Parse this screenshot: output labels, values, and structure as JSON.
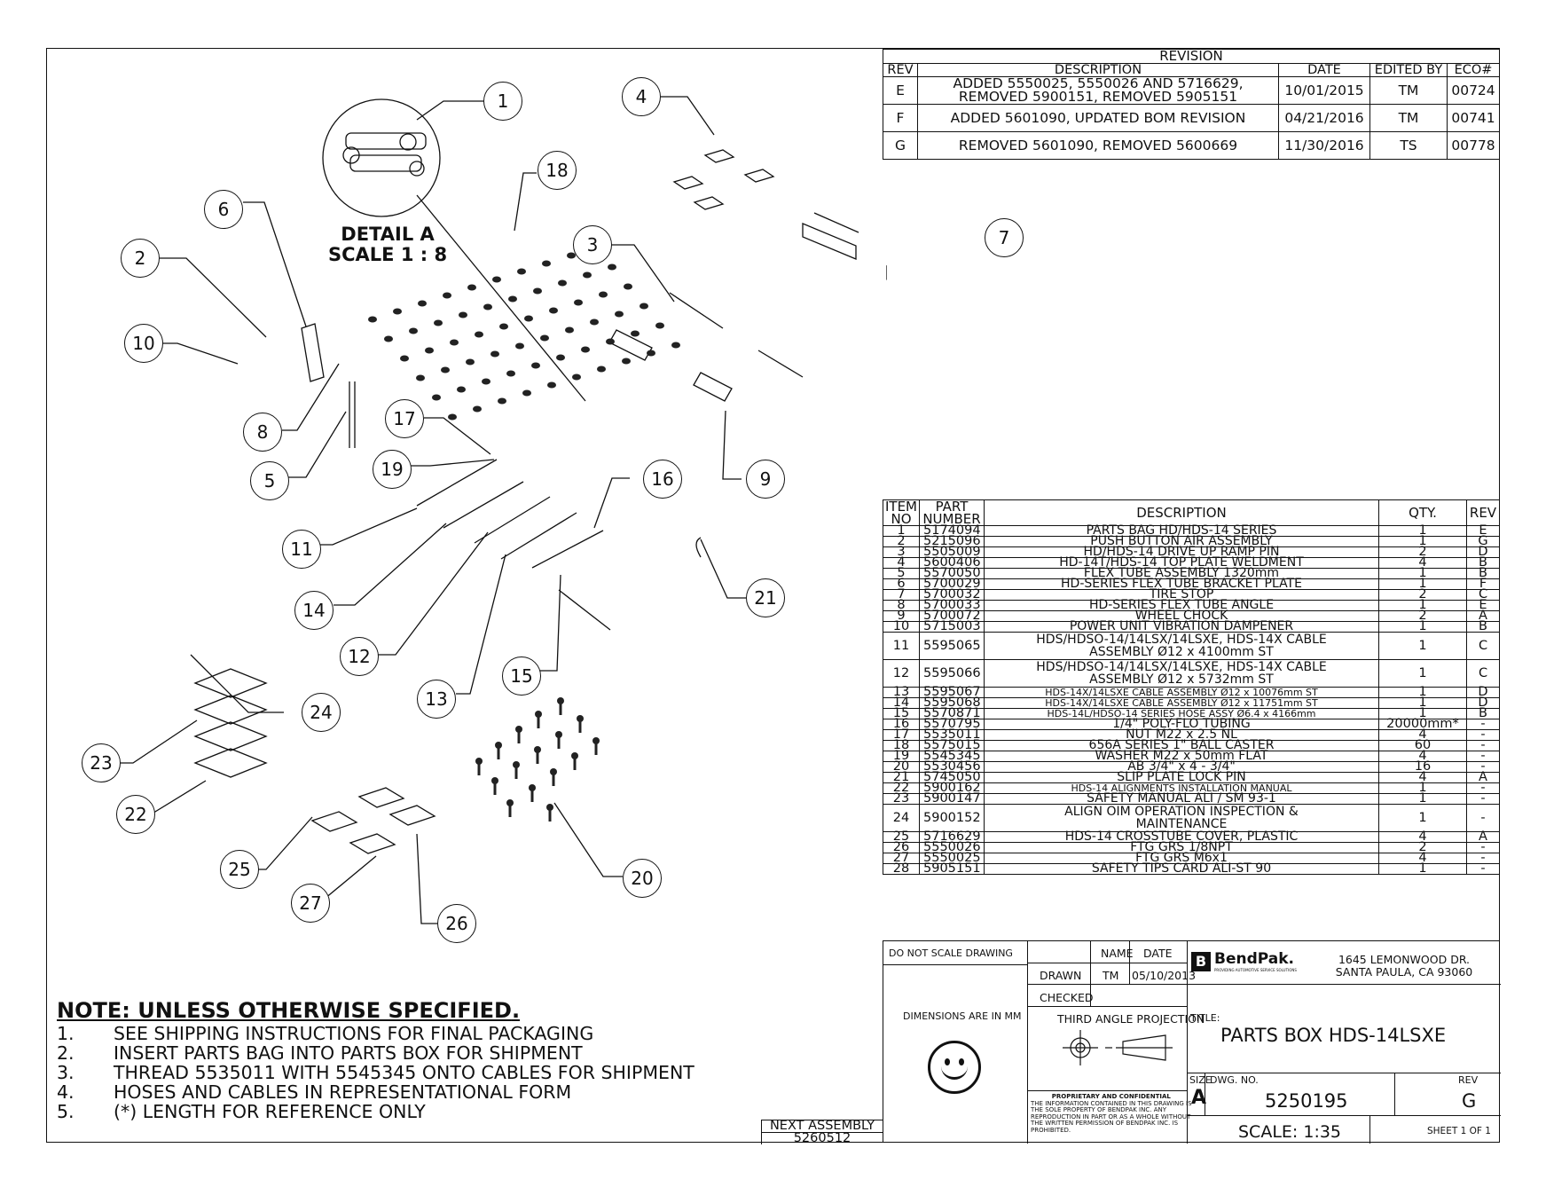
{
  "revision": {
    "title": "REVISION",
    "headers": [
      "REV",
      "DESCRIPTION",
      "DATE",
      "EDITED BY",
      "ECO#"
    ],
    "rows": [
      {
        "rev": "E",
        "desc1": "ADDED 5550025, 5550026 AND 5716629,",
        "desc2": "REMOVED 5900151, REMOVED 5905151",
        "date": "10/01/2015",
        "by": "TM",
        "eco": "00724"
      },
      {
        "rev": "F",
        "desc1": "ADDED 5601090, UPDATED BOM REVISION",
        "desc2": "",
        "date": "04/21/2016",
        "by": "TM",
        "eco": "00741"
      },
      {
        "rev": "G",
        "desc1": "REMOVED 5601090, REMOVED 5600669",
        "desc2": "",
        "date": "11/30/2016",
        "by": "TS",
        "eco": "00778"
      }
    ]
  },
  "detail": {
    "line1": "DETAIL A",
    "line2": "SCALE 1 : 8"
  },
  "bom": {
    "headers": {
      "item1": "ITEM",
      "item2": "NO",
      "part1": "PART",
      "part2": "NUMBER",
      "desc": "DESCRIPTION",
      "qty": "QTY.",
      "rev": "REV"
    },
    "rows": [
      {
        "no": "1",
        "pn": "5174094",
        "d": "PARTS BAG HD/HDS-14 SERIES",
        "q": "1",
        "r": "E"
      },
      {
        "no": "2",
        "pn": "5215096",
        "d": "PUSH BUTTON AIR ASSEMBLY",
        "q": "1",
        "r": "G"
      },
      {
        "no": "3",
        "pn": "5505009",
        "d": "HD/HDS-14 DRIVE UP RAMP PIN",
        "q": "2",
        "r": "D"
      },
      {
        "no": "4",
        "pn": "5600406",
        "d": "HD-14T/HDS-14 TOP PLATE WELDMENT",
        "q": "4",
        "r": "B"
      },
      {
        "no": "5",
        "pn": "5570050",
        "d": "FLEX TUBE ASSEMBLY 1320mm",
        "q": "1",
        "r": "B"
      },
      {
        "no": "6",
        "pn": "5700029",
        "d": "HD-SERIES FLEX TUBE BRACKET PLATE",
        "q": "1",
        "r": "F"
      },
      {
        "no": "7",
        "pn": "5700032",
        "d": "TIRE STOP",
        "q": "2",
        "r": "C"
      },
      {
        "no": "8",
        "pn": "5700033",
        "d": "HD-SERIES FLEX TUBE ANGLE",
        "q": "1",
        "r": "E"
      },
      {
        "no": "9",
        "pn": "5700072",
        "d": "WHEEL CHOCK",
        "q": "2",
        "r": "A"
      },
      {
        "no": "10",
        "pn": "5715003",
        "d": "POWER UNIT VIBRATION DAMPENER",
        "q": "1",
        "r": "B"
      },
      {
        "no": "11",
        "pn": "5595065",
        "d": "HDS/HDSO-14/14LSX/14LSXE, HDS-14X CABLE",
        "d2": "ASSEMBLY Ø12 x 4100mm ST",
        "q": "1",
        "r": "C"
      },
      {
        "no": "12",
        "pn": "5595066",
        "d": "HDS/HDSO-14/14LSX/14LSXE, HDS-14X CABLE",
        "d2": "ASSEMBLY Ø12 x 5732mm ST",
        "q": "1",
        "r": "C"
      },
      {
        "no": "13",
        "pn": "5595067",
        "d": "HDS-14X/14LSXE CABLE ASSEMBLY Ø12 x 10076mm ST",
        "q": "1",
        "r": "D"
      },
      {
        "no": "14",
        "pn": "5595068",
        "d": "HDS-14X/14LSXE CABLE ASSEMBLY Ø12 x 11751mm ST",
        "q": "1",
        "r": "D"
      },
      {
        "no": "15",
        "pn": "5570871",
        "d": "HDS-14L/HDSO-14 SERIES HOSE ASSY Ø6.4 x 4166mm",
        "q": "1",
        "r": "B"
      },
      {
        "no": "16",
        "pn": "5570795",
        "d": "1/4\" POLY-FLO TUBING",
        "q": "20000mm*",
        "r": "-"
      },
      {
        "no": "17",
        "pn": "5535011",
        "d": "NUT M22 x 2.5 NL",
        "q": "4",
        "r": "-"
      },
      {
        "no": "18",
        "pn": "5575015",
        "d": "656A SERIES 1\" BALL CASTER",
        "q": "60",
        "r": "-"
      },
      {
        "no": "19",
        "pn": "5545345",
        "d": "WASHER M22 x 50mm FLAT",
        "q": "4",
        "r": "-"
      },
      {
        "no": "20",
        "pn": "5530456",
        "d": "AB 3/4\" x 4 - 3/4\"",
        "q": "16",
        "r": "-"
      },
      {
        "no": "21",
        "pn": "5745050",
        "d": "SLIP PLATE LOCK PIN",
        "q": "4",
        "r": "A"
      },
      {
        "no": "22",
        "pn": "5900162",
        "d": "HDS-14 ALIGNMENTS INSTALLATION MANUAL",
        "q": "1",
        "r": "-"
      },
      {
        "no": "23",
        "pn": "5900147",
        "d": "SAFETY MANUAL ALI / SM 93-1",
        "q": "1",
        "r": "-"
      },
      {
        "no": "24",
        "pn": "5900152",
        "d": "ALIGN OIM OPERATION INSPECTION &",
        "d2": "MAINTENANCE",
        "q": "1",
        "r": "-"
      },
      {
        "no": "25",
        "pn": "5716629",
        "d": "HDS-14 CROSSTUBE COVER, PLASTIC",
        "q": "4",
        "r": "A"
      },
      {
        "no": "26",
        "pn": "5550026",
        "d": "FTG GRS 1/8NPT",
        "q": "2",
        "r": "-"
      },
      {
        "no": "27",
        "pn": "5550025",
        "d": "FTG GRS M6x1",
        "q": "4",
        "r": "-"
      },
      {
        "no": "28",
        "pn": "5905151",
        "d": "SAFETY TIPS CARD ALI-ST 90",
        "q": "1",
        "r": "-"
      }
    ]
  },
  "title_block": {
    "do_not_scale": "DO NOT SCALE DRAWING",
    "name_hdr": "NAME",
    "date_hdr": "DATE",
    "drawn": "DRAWN",
    "drawn_name": "TM",
    "drawn_date": "05/10/2013",
    "checked": "CHECKED",
    "dimensions": "DIMENSIONS ARE IN MM",
    "projection": "THIRD ANGLE PROJECTION",
    "prop_title": "PROPRIETARY AND CONFIDENTIAL",
    "prop_1": "THE INFORMATION CONTAINED IN THIS DRAWING IS",
    "prop_2": "THE SOLE PROPERTY OF BENDPAK INC. ANY",
    "prop_3": "REPRODUCTION IN PART OR AS A WHOLE WITHOUT",
    "prop_4": "THE WRITTEN PERMISSION OF BENDPAK INC. IS",
    "prop_5": "PROHIBITED.",
    "company": "BendPak.",
    "tagline": "PROVIDING AUTOMOTIVE SERVICE SOLUTIONS",
    "address1": "1645 LEMONWOOD DR.",
    "address2": "SANTA PAULA, CA 93060",
    "title_lbl": "TITLE:",
    "title": "PARTS BOX HDS-14LSXE",
    "size_lbl": "SIZE",
    "size": "A",
    "dwg_lbl": "DWG.  NO.",
    "dwg": "5250195",
    "rev_lbl": "REV",
    "rev": "G",
    "scale": "SCALE: 1:35",
    "sheet": "SHEET 1 OF 1"
  },
  "next_assembly": {
    "label": "NEXT ASSEMBLY",
    "value": "5260512"
  },
  "notes": {
    "title": "NOTE: UNLESS OTHERWISE SPECIFIED",
    "items": [
      {
        "n": "1.",
        "t": "SEE SHIPPING INSTRUCTIONS FOR FINAL PACKAGING"
      },
      {
        "n": "2.",
        "t": "INSERT PARTS BAG INTO PARTS BOX FOR SHIPMENT"
      },
      {
        "n": "3.",
        "t": "THREAD 5535011 WITH 5545345 ONTO CABLES FOR SHIPMENT"
      },
      {
        "n": "4.",
        "t": "HOSES AND CABLES IN REPRESENTATIONAL FORM"
      },
      {
        "n": "5.",
        "t": "(*) LENGTH FOR REFERENCE ONLY"
      }
    ]
  },
  "balloons": [
    "1",
    "2",
    "3",
    "4",
    "5",
    "6",
    "7",
    "8",
    "9",
    "10",
    "11",
    "12",
    "13",
    "14",
    "15",
    "16",
    "17",
    "18",
    "19",
    "20",
    "21",
    "22",
    "23",
    "24",
    "25",
    "26",
    "27"
  ]
}
